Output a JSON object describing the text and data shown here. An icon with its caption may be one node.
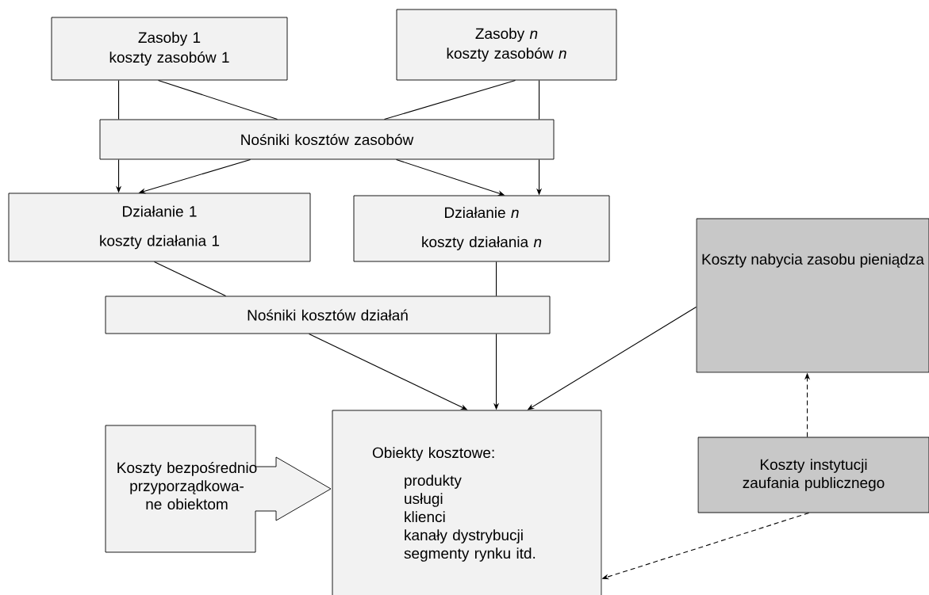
{
  "diagram": {
    "nodes": [
      {
        "text": [
          "Zasoby 1",
          "koszty zasobów 1"
        ]
      },
      {
        "text": [
          "Zasoby *n*",
          "koszty zasobów *n*"
        ]
      },
      {
        "text": [
          "Nośniki kosztów zasobów"
        ]
      },
      {
        "text": [
          "Działanie 1",
          "koszty działania 1"
        ]
      },
      {
        "text": [
          "Działanie *n*",
          "koszty działania *n*"
        ]
      },
      {
        "text": [
          "Nośniki kosztów działań"
        ]
      },
      {
        "text": [
          "Obiekty kosztowe:",
          "produkty",
          "usługi",
          "klienci",
          "kanały dystrybucji",
          "segmenty rynku itd."
        ]
      },
      {
        "text": [
          "Koszty bezpośrednio przyporządkowa-ne obiektom"
        ]
      },
      {
        "text": [
          "Koszty nabycia zasobu pieniądza"
        ]
      },
      {
        "text": [
          "Koszty instytucji zaufania publicznego"
        ]
      }
    ],
    "edges": [
      {
        "from": 0,
        "to": 2,
        "arrow": "none"
      },
      {
        "from": 0,
        "to": 2,
        "arrow": "none"
      },
      {
        "from": 1,
        "to": 2,
        "arrow": "none"
      },
      {
        "from": 1,
        "to": 2,
        "arrow": "none"
      },
      {
        "from": 2,
        "to": 3,
        "arrow": "to"
      },
      {
        "from": 2,
        "to": 3,
        "arrow": "to"
      },
      {
        "from": 2,
        "to": 4,
        "arrow": "to"
      },
      {
        "from": 2,
        "to": 4,
        "arrow": "to"
      },
      {
        "from": 3,
        "to": 5,
        "arrow": "none"
      },
      {
        "from": 4,
        "to": 5,
        "arrow": "none"
      },
      {
        "from": 5,
        "to": 6,
        "arrow": "to"
      },
      {
        "from": 5,
        "to": 6,
        "arrow": "to"
      },
      {
        "from": 8,
        "to": 6,
        "arrow": "to"
      },
      {
        "from": 9,
        "to": 8,
        "arrow": "to",
        "style": "dashed"
      },
      {
        "from": 9,
        "to": 6,
        "arrow": "to",
        "style": "dashed"
      }
    ]
  }
}
